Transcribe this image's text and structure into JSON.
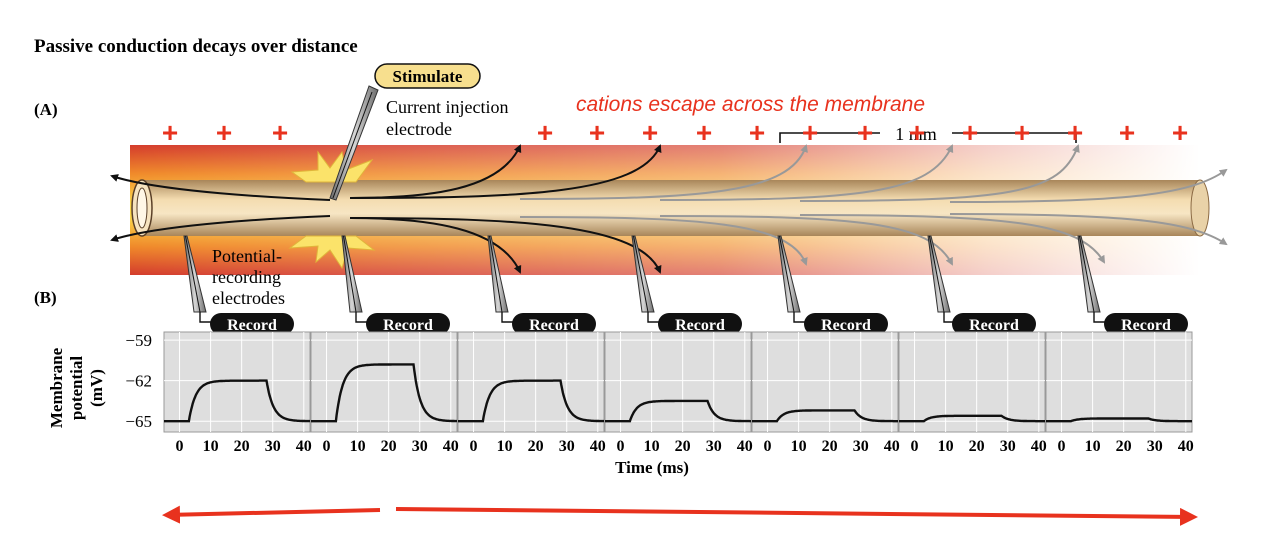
{
  "title": "Passive conduction decays over distance",
  "panel_a_label": "(A)",
  "panel_b_label": "(B)",
  "stimulate_label": "Stimulate",
  "injection_label": [
    "Current injection",
    "electrode"
  ],
  "recording_label": [
    "Potential-",
    "recording",
    "electrodes"
  ],
  "annotation": "cations escape across the membrane",
  "scale_bar_label": "1 mm",
  "plus_sign": "+",
  "record_label": "Record",
  "y_axis_label": [
    "Membrane",
    "potential",
    "(mV)"
  ],
  "y_ticks": [
    "−59",
    "−62",
    "−65"
  ],
  "x_ticks": [
    "0",
    "10",
    "20",
    "30",
    "40"
  ],
  "x_axis_label": "Time (ms)",
  "colors": {
    "annotation": "#e8321e",
    "plus": "#e8321e",
    "arrow": "#e8321e",
    "plot_bg": "#dedede",
    "stimulate_badge": "#f7df8e",
    "record_badge": "#111111"
  },
  "chart_data": {
    "type": "line",
    "title": "",
    "xlabel": "Time (ms)",
    "ylabel": "Membrane potential (mV)",
    "xlim": [
      -5,
      42
    ],
    "ylim": [
      -65.8,
      -58.4
    ],
    "grid": true,
    "x_ticks": [
      0,
      10,
      20,
      30,
      40
    ],
    "y_ticks": [
      -59,
      -62,
      -65
    ],
    "panels": [
      {
        "baseline": -65,
        "peak": -62.0,
        "on": 3,
        "off": 28
      },
      {
        "baseline": -65,
        "peak": -60.8,
        "on": 3,
        "off": 28
      },
      {
        "baseline": -65,
        "peak": -62.0,
        "on": 3,
        "off": 28
      },
      {
        "baseline": -65,
        "peak": -63.5,
        "on": 3,
        "off": 28
      },
      {
        "baseline": -65,
        "peak": -64.2,
        "on": 3,
        "off": 28
      },
      {
        "baseline": -65,
        "peak": -64.6,
        "on": 3,
        "off": 28
      },
      {
        "baseline": -65,
        "peak": -64.8,
        "on": 3,
        "off": 28
      }
    ]
  }
}
